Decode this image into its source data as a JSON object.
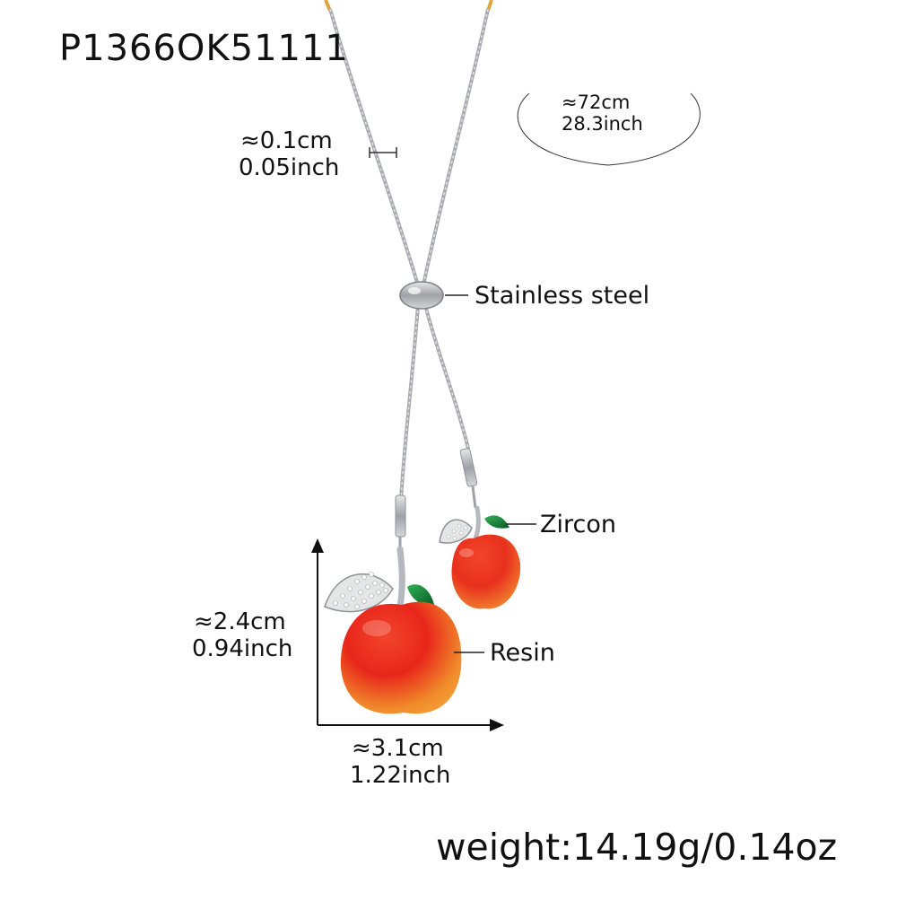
{
  "product_code": "P1366OK51111",
  "chain_length": {
    "cm": "≈72cm",
    "inch": "28.3inch"
  },
  "chain_width": {
    "cm": "≈0.1cm",
    "inch": "0.05inch"
  },
  "materials": {
    "bead": "Stainless steel",
    "gem": "Zircon",
    "apple": "Resin"
  },
  "pendant_height": {
    "cm": "≈2.4cm",
    "inch": "0.94inch"
  },
  "pendant_width": {
    "cm": "≈3.1cm",
    "inch": "1.22inch"
  },
  "weight": "weight:14.19g/0.14oz",
  "colors": {
    "apple_red": "#e8261b",
    "apple_orange": "#f08a2a",
    "leaf_green": "#1f8a3a",
    "steel": "#b9bcc0"
  }
}
